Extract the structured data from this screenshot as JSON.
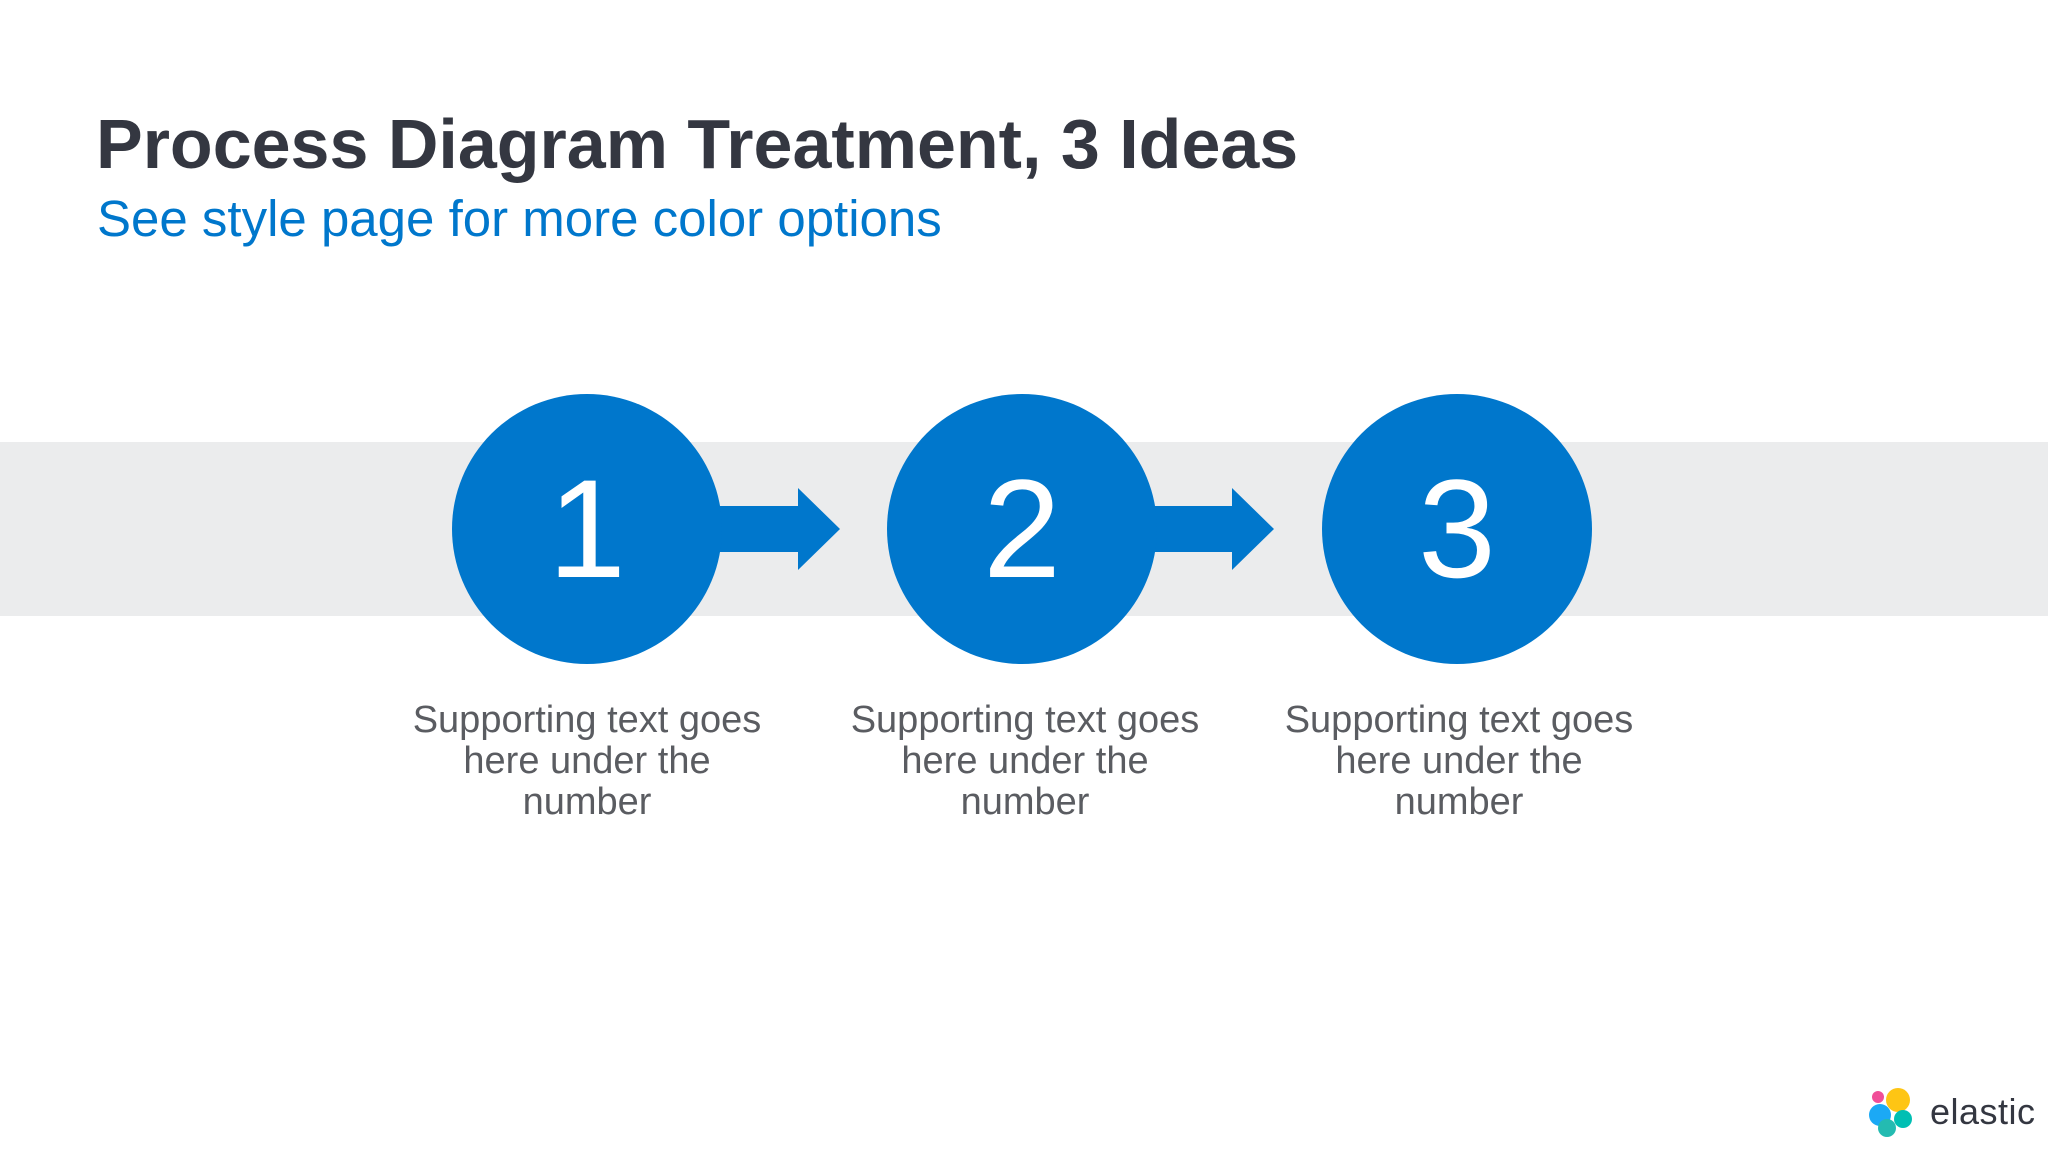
{
  "slide": {
    "title": "Process Diagram Treatment, 3 Ideas",
    "subtitle": "See style page for more color options"
  },
  "steps": [
    {
      "number": "1",
      "text": "Supporting text goes here under the number"
    },
    {
      "number": "2",
      "text": "Supporting text goes here under the number"
    },
    {
      "number": "3",
      "text": "Supporting text goes here under the number"
    }
  ],
  "colors": {
    "accent": "#0077CC",
    "band": "#EBECED",
    "title": "#343741",
    "body": "#5A5C61"
  },
  "logo": {
    "icon": "elastic-logo-icon",
    "text": "elastic"
  }
}
